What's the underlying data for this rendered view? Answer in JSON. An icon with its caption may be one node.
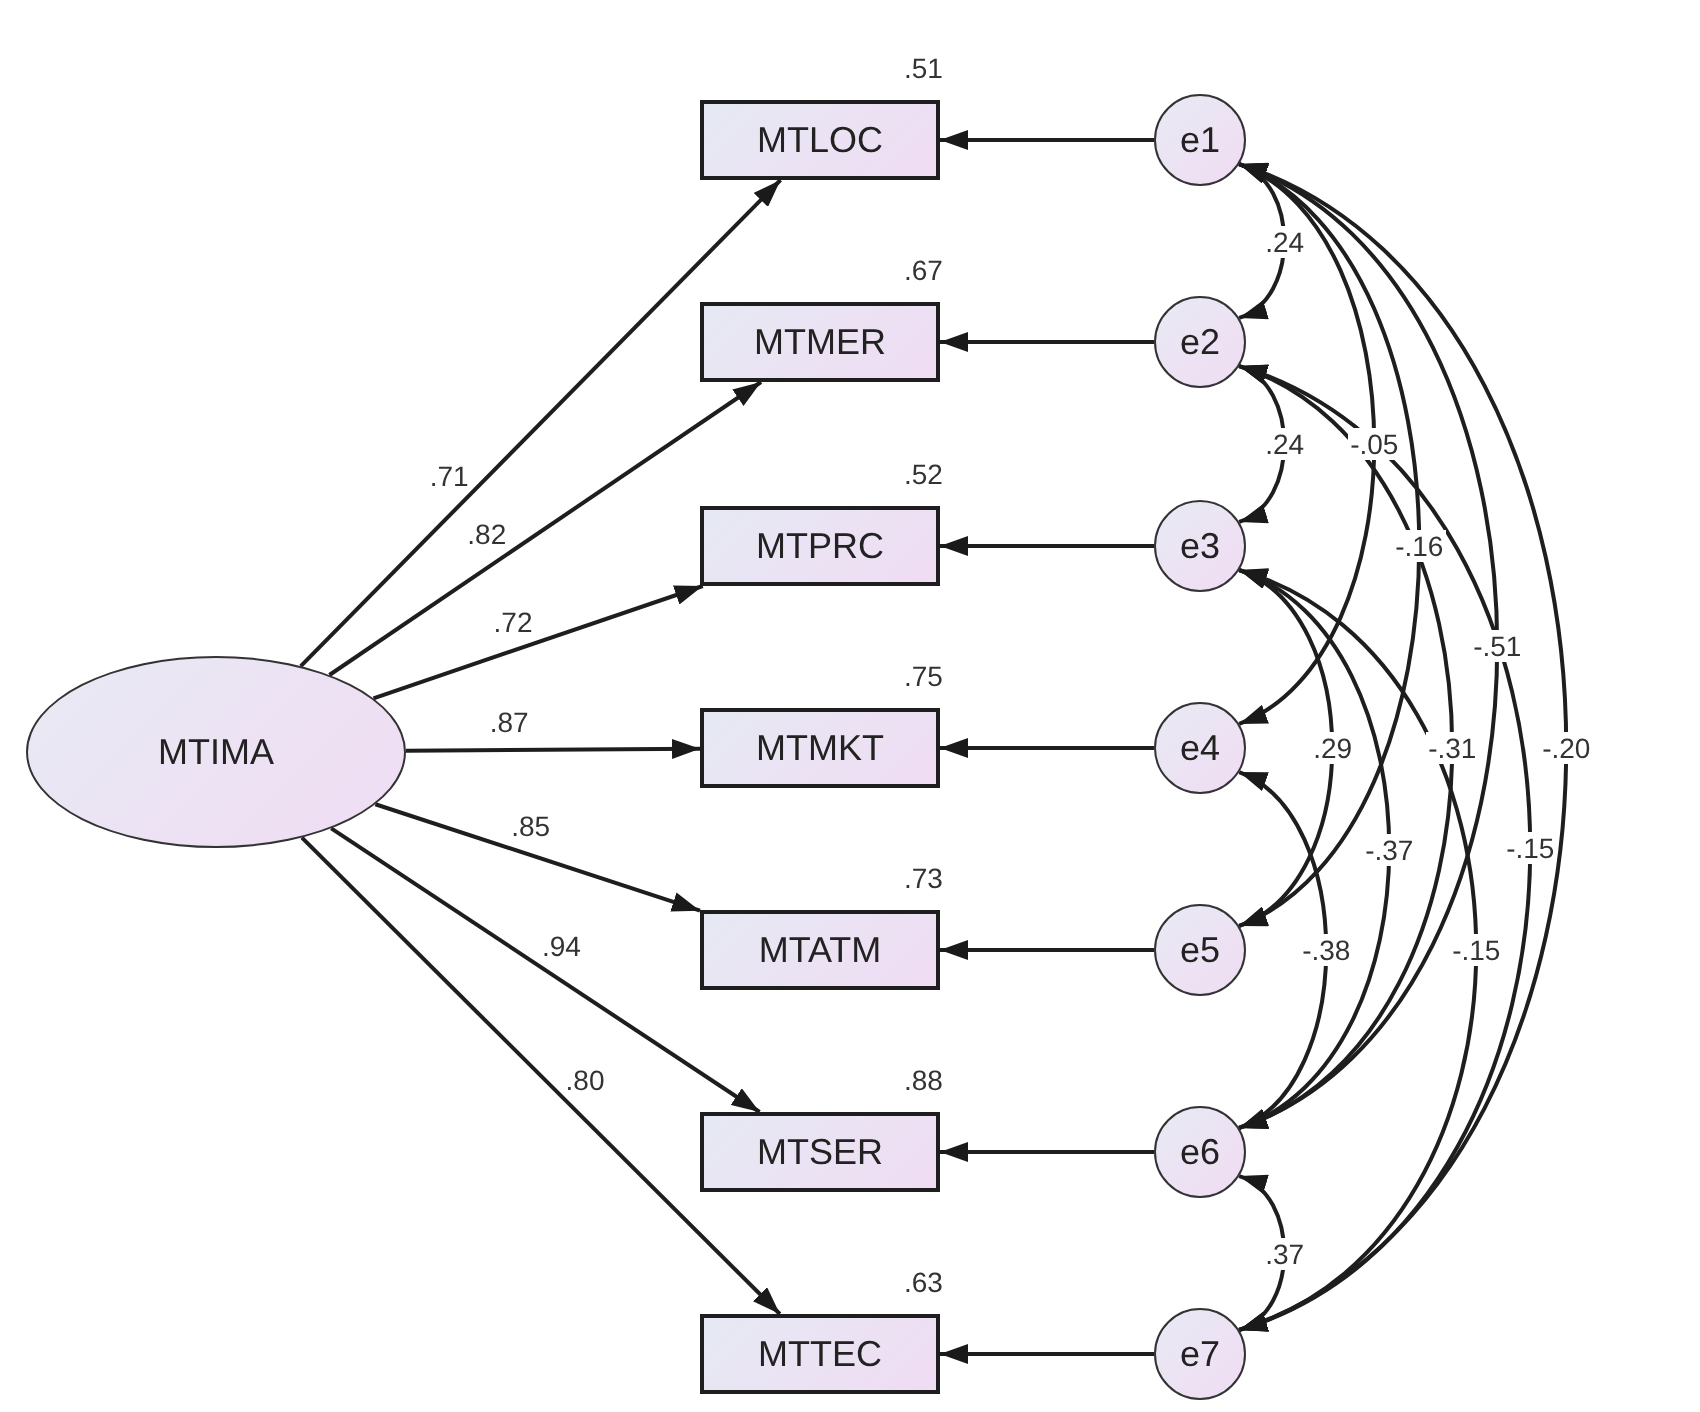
{
  "diagram": {
    "nodes": [
      {
        "text": [
          "MTIMA"
        ]
      },
      {
        "text": [
          "MTLOC"
        ],
        "beside": [
          ".51"
        ]
      },
      {
        "text": [
          "MTMER"
        ],
        "beside": [
          ".67"
        ]
      },
      {
        "text": [
          "MTPRC"
        ],
        "beside": [
          ".52"
        ]
      },
      {
        "text": [
          "MTMKT"
        ],
        "beside": [
          ".75"
        ]
      },
      {
        "text": [
          "MTATM"
        ],
        "beside": [
          ".73"
        ]
      },
      {
        "text": [
          "MTSER"
        ],
        "beside": [
          ".88"
        ]
      },
      {
        "text": [
          "MTTEC"
        ],
        "beside": [
          ".63"
        ]
      },
      {
        "text": [
          "e1"
        ]
      },
      {
        "text": [
          "e2"
        ]
      },
      {
        "text": [
          "e3"
        ]
      },
      {
        "text": [
          "e4"
        ]
      },
      {
        "text": [
          "e5"
        ]
      },
      {
        "text": [
          "e6"
        ]
      },
      {
        "text": [
          "e7"
        ]
      }
    ],
    "edges": [
      {
        "from": 0,
        "to": 1,
        "arrow": "to",
        "label": ".71"
      },
      {
        "from": 0,
        "to": 2,
        "arrow": "to",
        "label": ".82"
      },
      {
        "from": 0,
        "to": 3,
        "arrow": "to",
        "label": ".72"
      },
      {
        "from": 0,
        "to": 4,
        "arrow": "to",
        "label": ".87"
      },
      {
        "from": 0,
        "to": 5,
        "arrow": "to",
        "label": ".85"
      },
      {
        "from": 0,
        "to": 6,
        "arrow": "to",
        "label": ".94"
      },
      {
        "from": 0,
        "to": 7,
        "arrow": "to",
        "label": ".80"
      },
      {
        "from": 8,
        "to": 1,
        "arrow": "to"
      },
      {
        "from": 9,
        "to": 2,
        "arrow": "to"
      },
      {
        "from": 10,
        "to": 3,
        "arrow": "to"
      },
      {
        "from": 11,
        "to": 4,
        "arrow": "to"
      },
      {
        "from": 12,
        "to": 5,
        "arrow": "to"
      },
      {
        "from": 13,
        "to": 6,
        "arrow": "to"
      },
      {
        "from": 14,
        "to": 7,
        "arrow": "to"
      },
      {
        "from": 8,
        "to": 9,
        "arrow": "both",
        "label": ".24"
      },
      {
        "from": 9,
        "to": 10,
        "arrow": "both",
        "label": ".24"
      },
      {
        "from": 8,
        "to": 11,
        "arrow": "both",
        "label": "-.05"
      },
      {
        "from": 8,
        "to": 12,
        "arrow": "both",
        "label": "-.16"
      },
      {
        "from": 8,
        "to": 13,
        "arrow": "both",
        "label": "-.51"
      },
      {
        "from": 10,
        "to": 12,
        "arrow": "both",
        "label": ".29"
      },
      {
        "from": 9,
        "to": 13,
        "arrow": "both",
        "label": "-.31"
      },
      {
        "from": 8,
        "to": 14,
        "arrow": "both",
        "label": "-.20"
      },
      {
        "from": 10,
        "to": 13,
        "arrow": "both",
        "label": "-.37"
      },
      {
        "from": 9,
        "to": 14,
        "arrow": "both",
        "label": "-.15"
      },
      {
        "from": 11,
        "to": 13,
        "arrow": "both",
        "label": "-.38"
      },
      {
        "from": 10,
        "to": 14,
        "arrow": "both",
        "label": "-.15"
      },
      {
        "from": 13,
        "to": 14,
        "arrow": "both",
        "label": ".37"
      }
    ]
  }
}
